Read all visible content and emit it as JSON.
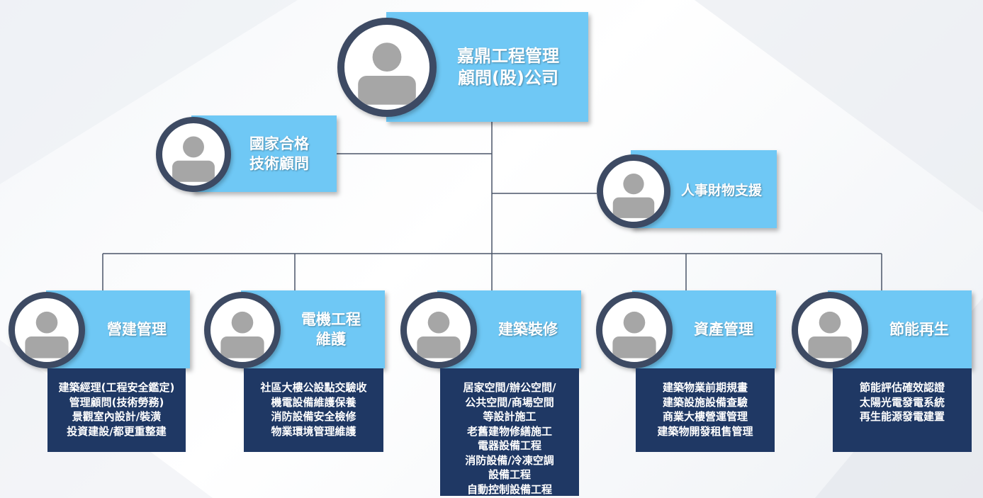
{
  "root": {
    "name": "嘉鼎工程管理\n顧問(股)公司"
  },
  "side_left": {
    "name": "國家合格\n技術顧問"
  },
  "side_right": {
    "name": "人事財物支援"
  },
  "departments": [
    {
      "name": "營建管理",
      "items": [
        "建築經理(工程安全鑑定)",
        "管理顧問(技術勞務)",
        "景觀室內設計/裝潢",
        "投資建設/都更重整建"
      ]
    },
    {
      "name": "電機工程\n維護",
      "items": [
        "社區大樓公設點交驗收",
        "機電設備維護保養",
        "消防設備安全檢修",
        "物業環境管理維護"
      ]
    },
    {
      "name": "建築裝修",
      "items": [
        "居家空間/辦公空間/",
        "公共空間/商場空間",
        "等設計施工",
        "老舊建物修繕施工",
        "電器設備工程",
        "消防設備/冷凍空調",
        "設備工程",
        "自動控制設備工程"
      ]
    },
    {
      "name": "資產管理",
      "items": [
        "建築物業前期規畫",
        "建築設施設備查驗",
        "商業大樓營運管理",
        "建築物開發租售管理"
      ]
    },
    {
      "name": "節能再生",
      "items": [
        "節能評估確效認證",
        "太陽光電發電系統",
        "再生能源發電建置"
      ]
    }
  ],
  "colors": {
    "bar": "#6fc8f5",
    "avatar_ring": "#3d4a63",
    "desc_box": "#1f3864",
    "connector": "#4a5568"
  },
  "icons": {
    "avatar": "person-silhouette-icon"
  }
}
